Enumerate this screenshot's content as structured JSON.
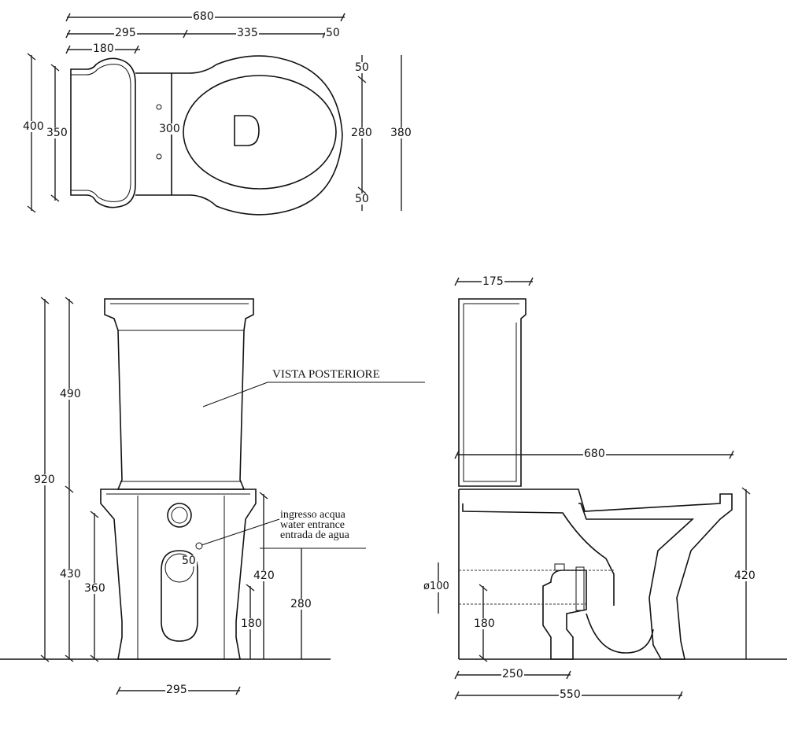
{
  "top_view": {
    "dims": {
      "overall_length": "680",
      "tank_to_seat": "295",
      "seat_to_bowl": "335",
      "rim": "50",
      "tank_depth": "180",
      "height_400": "400",
      "height_350": "350",
      "width_300": "300",
      "bowl_280": "280",
      "bowl_380": "380",
      "top_margin": "50",
      "bottom_margin": "50"
    }
  },
  "rear_view": {
    "title": "VISTA   POSTERIORE",
    "water_inlet": [
      "ingresso acqua",
      "water entrance",
      "entrada de agua"
    ],
    "dims": {
      "total": "920",
      "tank": "490",
      "base": "430",
      "h360": "360",
      "h420": "420",
      "h280": "280",
      "h180": "180",
      "inlet_offset": "50",
      "width": "295"
    }
  },
  "side_view": {
    "dims": {
      "tank_depth": "175",
      "overall": "680",
      "height": "420",
      "outlet_dia": "ø100",
      "outlet_height": "180",
      "outlet_dist": "250",
      "length": "550"
    }
  }
}
